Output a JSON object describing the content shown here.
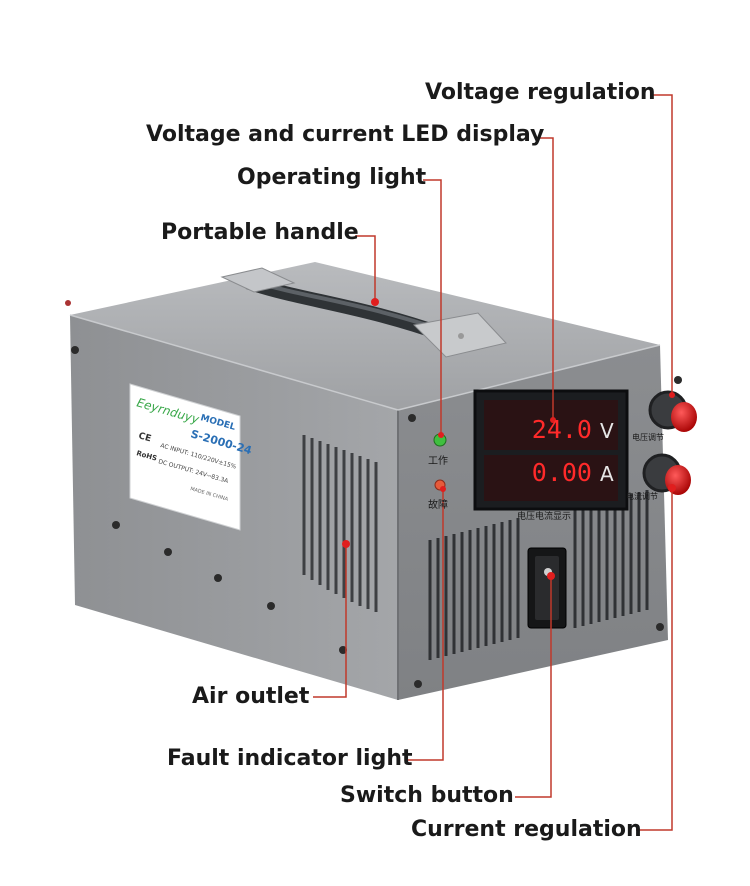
{
  "callouts": {
    "voltage_regulation": "Voltage regulation",
    "led_display": "Voltage and current LED display",
    "operating_light": "Operating light",
    "portable_handle": "Portable handle",
    "air_outlet": "Air outlet",
    "fault_indicator": "Fault indicator light",
    "switch_button": "Switch button",
    "current_regulation": "Current regulation"
  },
  "device": {
    "brand": "Eeyrnduyy",
    "model_label": "MODEL",
    "model": "S-2000-24",
    "ac_input": "AC INPUT: 110/220V±15%",
    "dc_output": "DC OUTPUT: 24V⎓83.3A",
    "made_in": "MADE IN CHINA",
    "ce_mark": "CE",
    "rohs_mark": "RoHS",
    "voltage_reading": "24.0",
    "voltage_unit": "V",
    "current_reading": "0.00",
    "current_unit": "A",
    "panel_work": "工作",
    "panel_fault": "故障",
    "panel_display": "电压电流显示",
    "panel_voltage_adj": "电压调节",
    "panel_current_adj": "电流调节"
  },
  "colors": {
    "leader_line": "#c0392b",
    "led_red": "#ff2a2a",
    "case_front": "#8d8f92",
    "case_top": "#a9abae",
    "case_side": "#9a9c9f"
  }
}
